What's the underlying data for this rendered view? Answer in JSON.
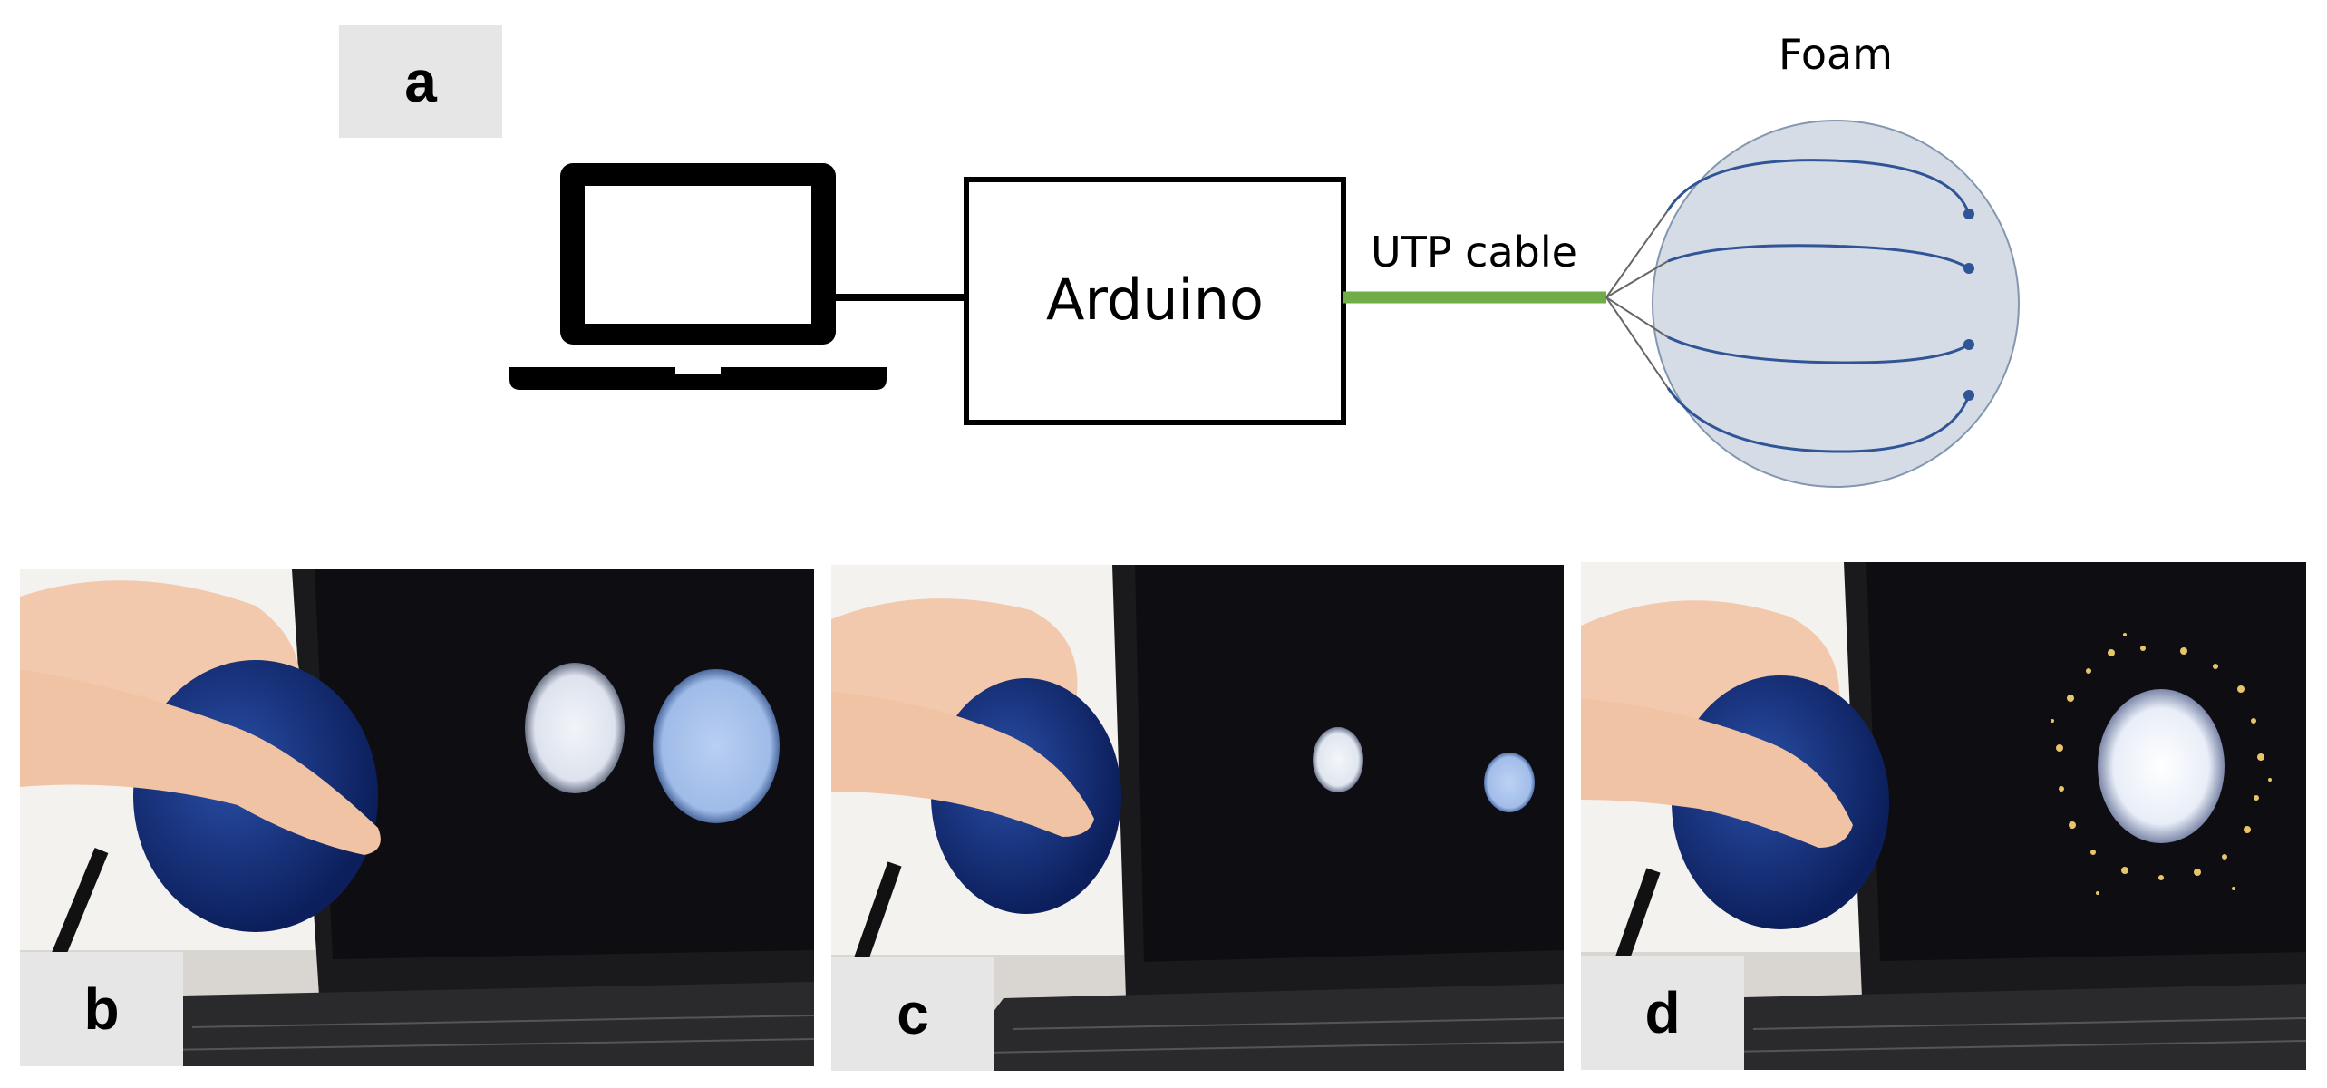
{
  "panels": {
    "a": {
      "label": "a"
    },
    "b": {
      "label": "b"
    },
    "c": {
      "label": "c"
    },
    "d": {
      "label": "d"
    }
  },
  "diagram": {
    "arduino_label": "Arduino",
    "cable_label": "UTP cable",
    "foam_label": "Foam",
    "cable_color": "#70ad47",
    "foam_fill": "#d6dce5",
    "wire_color": "#2f5597"
  },
  "icons": [
    "laptop-icon",
    "foam-ball-icon"
  ]
}
